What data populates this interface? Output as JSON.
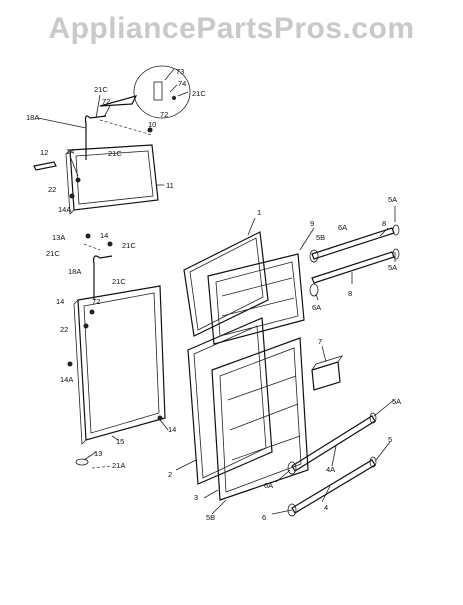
{
  "watermark": "AppliancePartsPros.com",
  "labels": [
    "73",
    "74",
    "72",
    "21C",
    "21C",
    "72",
    "18A",
    "10",
    "12",
    "14",
    "21C",
    "22",
    "11",
    "14A",
    "13A",
    "21C",
    "14",
    "21C",
    "18A",
    "21C",
    "72",
    "14",
    "22",
    "14A",
    "14",
    "15",
    "13",
    "21A",
    "1",
    "9",
    "5B",
    "6A",
    "8",
    "5A",
    "5A",
    "6A",
    "8",
    "7",
    "2",
    "3",
    "5B",
    "5A",
    "5",
    "4A",
    "6A",
    "6",
    "4"
  ]
}
